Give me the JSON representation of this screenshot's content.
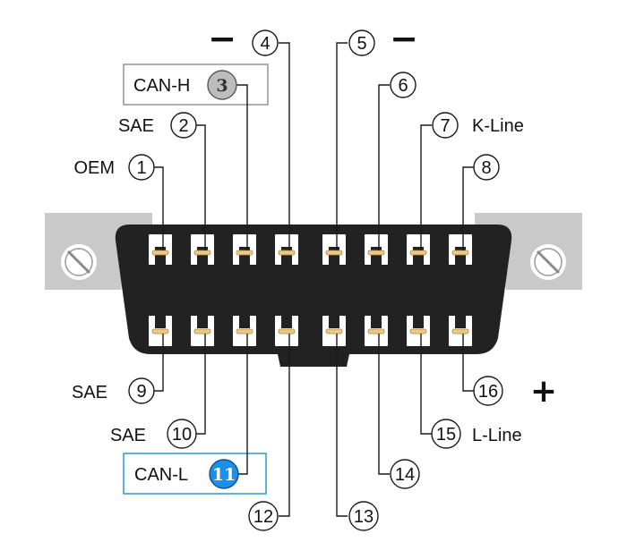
{
  "pins": {
    "p1": "1",
    "p2": "2",
    "p3": "3",
    "p4": "4",
    "p5": "5",
    "p6": "6",
    "p7": "7",
    "p8": "8",
    "p9": "9",
    "p10": "10",
    "p11": "11",
    "p12": "12",
    "p13": "13",
    "p14": "14",
    "p15": "15",
    "p16": "16"
  },
  "labels": {
    "oem": "OEM",
    "sae_2": "SAE",
    "can_h": "CAN-H",
    "k_line": "K-Line",
    "sae_9": "SAE",
    "sae_10": "SAE",
    "can_l": "CAN-L",
    "l_line": "L-Line"
  },
  "symbols": {
    "minus_left": "−",
    "minus_right": "−",
    "plus": "+"
  },
  "colors": {
    "connector_body": "#222222",
    "terminal": "#e8c98a",
    "mount_tab": "#c9c9c9",
    "can_h_circle": "#bdbdbd",
    "can_h_box": "#9a9a9a",
    "can_l_circle": "#1e8fe8",
    "can_l_box": "#3a9fd0"
  }
}
